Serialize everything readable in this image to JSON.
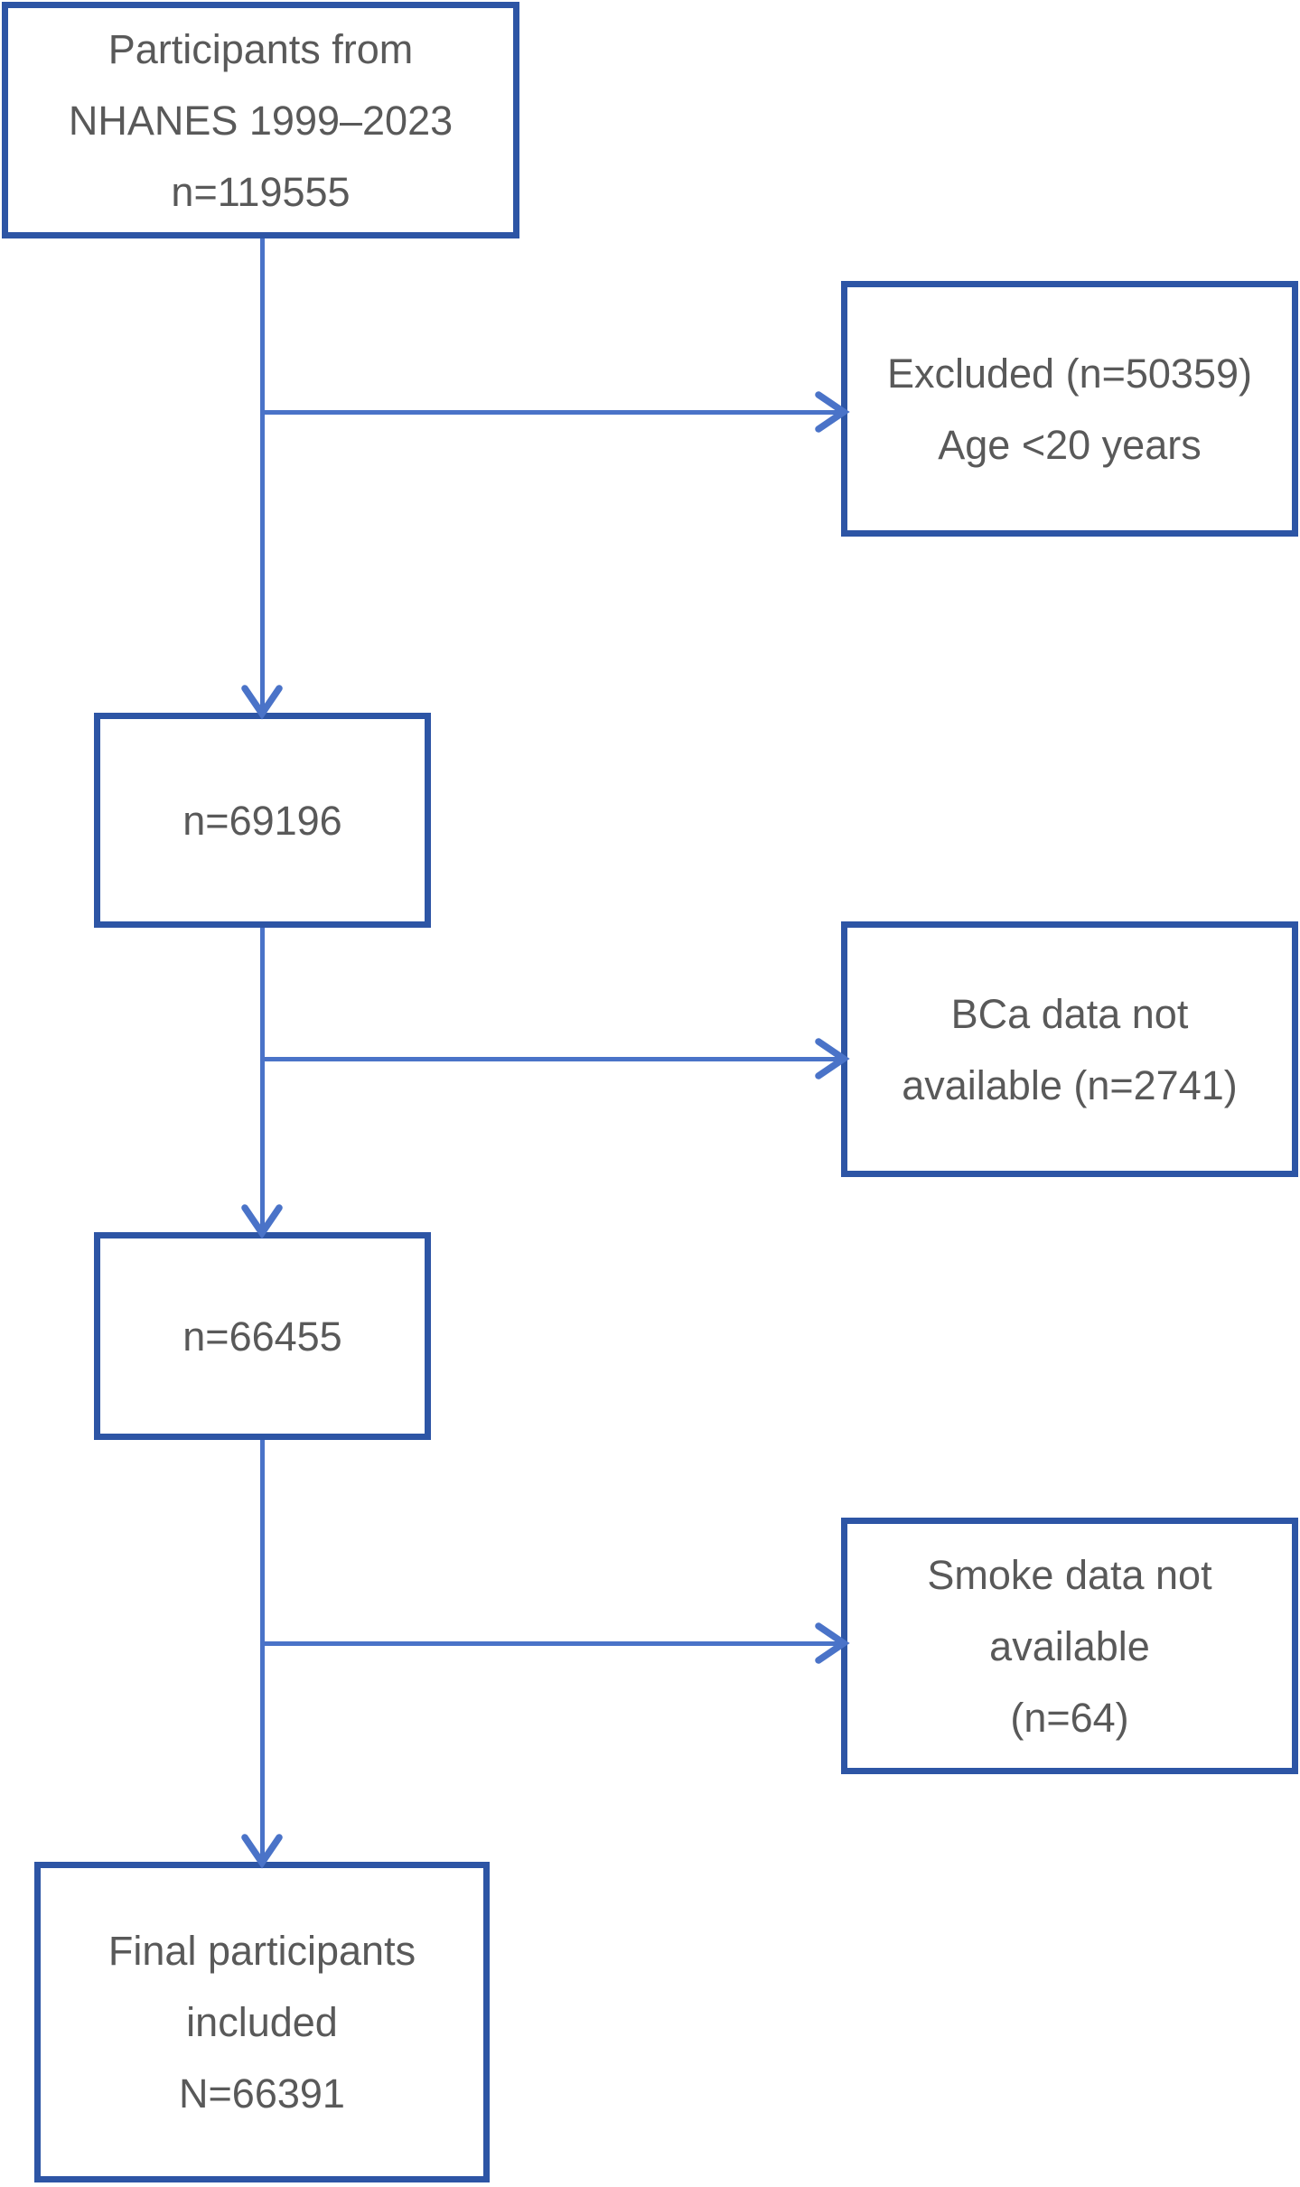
{
  "flowchart": {
    "title": "NHANES participant selection flow diagram",
    "colors": {
      "box_border": "#2d55a5",
      "connector": "#4a73c8",
      "text": "#595959",
      "background": "#ffffff"
    },
    "nodes": {
      "source": {
        "lines": [
          "Participants from",
          "NHANES 1999–2023",
          "n=119555"
        ]
      },
      "excluded_age": {
        "lines": [
          "Excluded (n=50359)",
          "Age <20 years"
        ]
      },
      "after_age": {
        "lines": [
          "n=69196"
        ]
      },
      "excluded_bca": {
        "lines": [
          "BCa data not",
          "available (n=2741)"
        ]
      },
      "after_bca": {
        "lines": [
          "n=66455"
        ]
      },
      "excluded_smoke": {
        "lines": [
          "Smoke data not",
          "available",
          "(n=64)"
        ]
      },
      "final": {
        "lines": [
          "Final participants",
          "included",
          "N=66391"
        ]
      }
    }
  }
}
